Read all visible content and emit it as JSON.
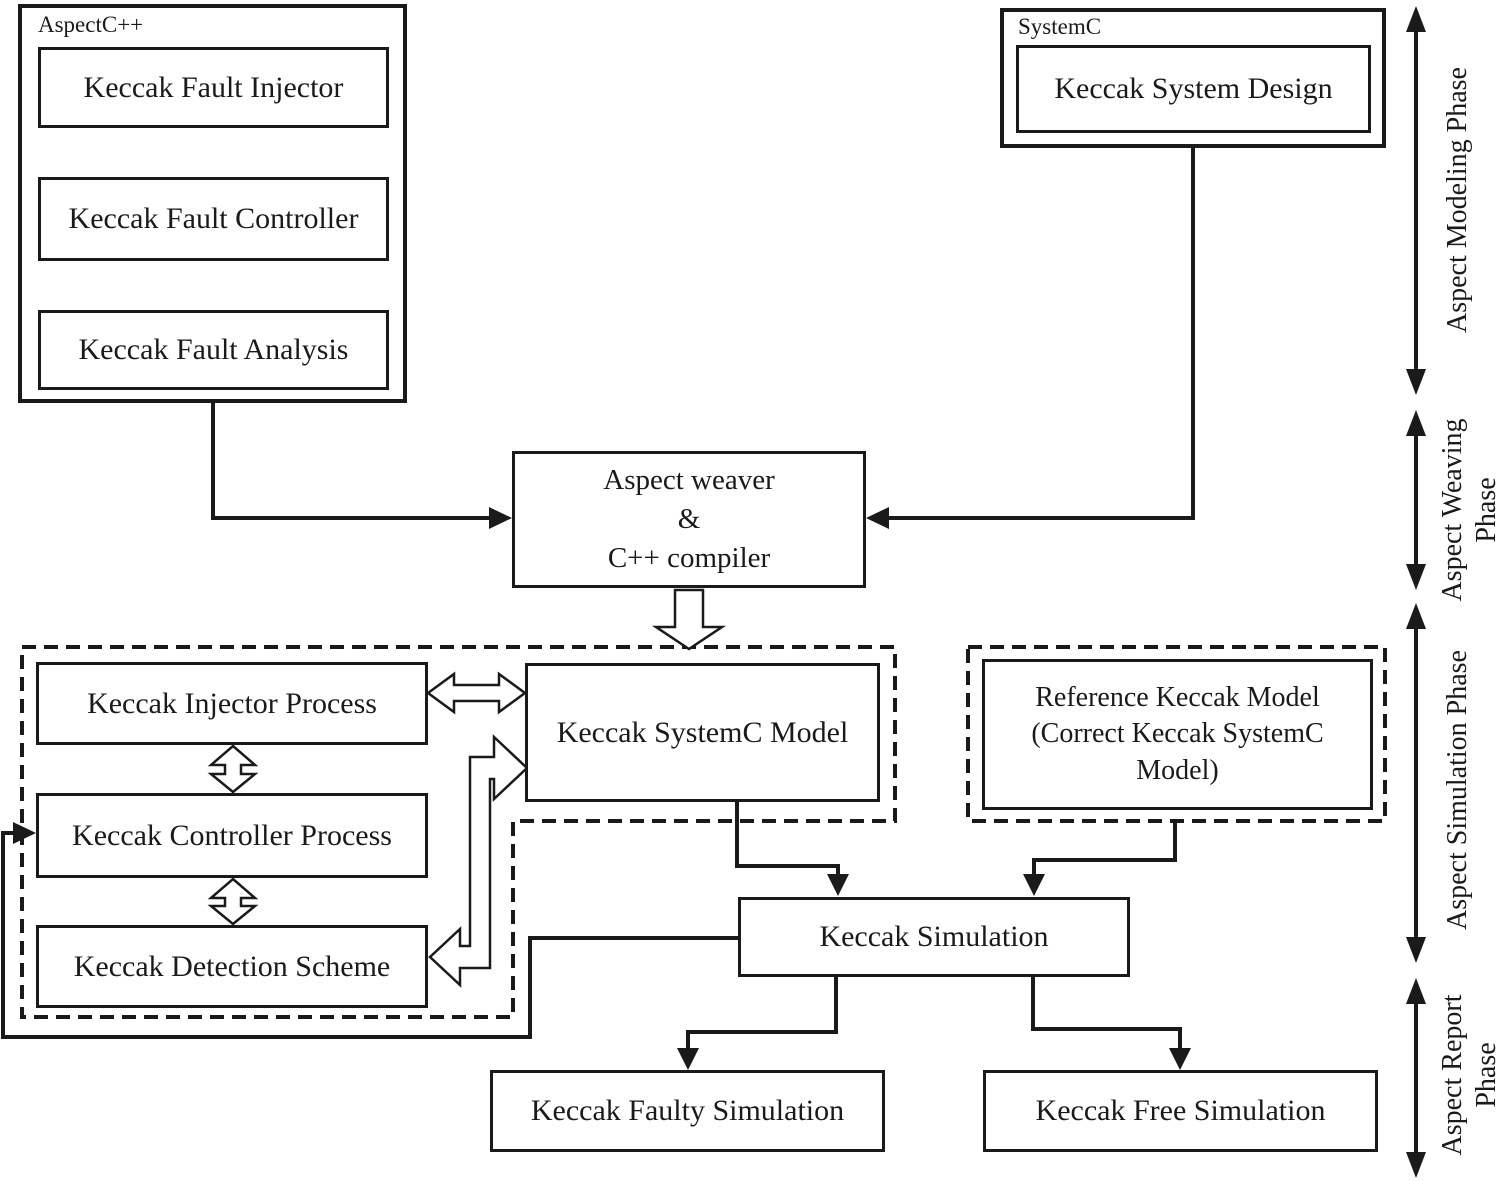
{
  "colors": {
    "ink": "#1a1a1a",
    "background": "#ffffff"
  },
  "containers": {
    "aspectcpp": {
      "label": "AspectC++",
      "boxes": [
        "Keccak Fault Injector",
        "Keccak Fault Controller",
        "Keccak Fault Analysis"
      ]
    },
    "systemc": {
      "label": "SystemC",
      "box": "Keccak System Design"
    }
  },
  "weaver": {
    "line1": "Aspect weaver",
    "line2": "&",
    "line3": "C++ compiler"
  },
  "simulation_phase": {
    "injector_process": "Keccak Injector Process",
    "controller_process": "Keccak Controller Process",
    "detection_scheme": "Keccak Detection Scheme",
    "systemc_model": "Keccak SystemC Model",
    "reference": {
      "line1": "Reference Keccak Model",
      "line2": "(Correct Keccak SystemC",
      "line3": "Model)"
    },
    "simulation": "Keccak Simulation"
  },
  "report_phase": {
    "faulty_simulation": "Keccak Faulty Simulation",
    "free_simulation": "Keccak Free Simulation"
  },
  "phases": [
    {
      "line1": "Aspect Modeling Phase",
      "line2": ""
    },
    {
      "line1": "Aspect Weaving",
      "line2": "Phase"
    },
    {
      "line1": "Aspect Simulation Phase",
      "line2": ""
    },
    {
      "line1": "Aspect Report",
      "line2": "Phase"
    }
  ]
}
